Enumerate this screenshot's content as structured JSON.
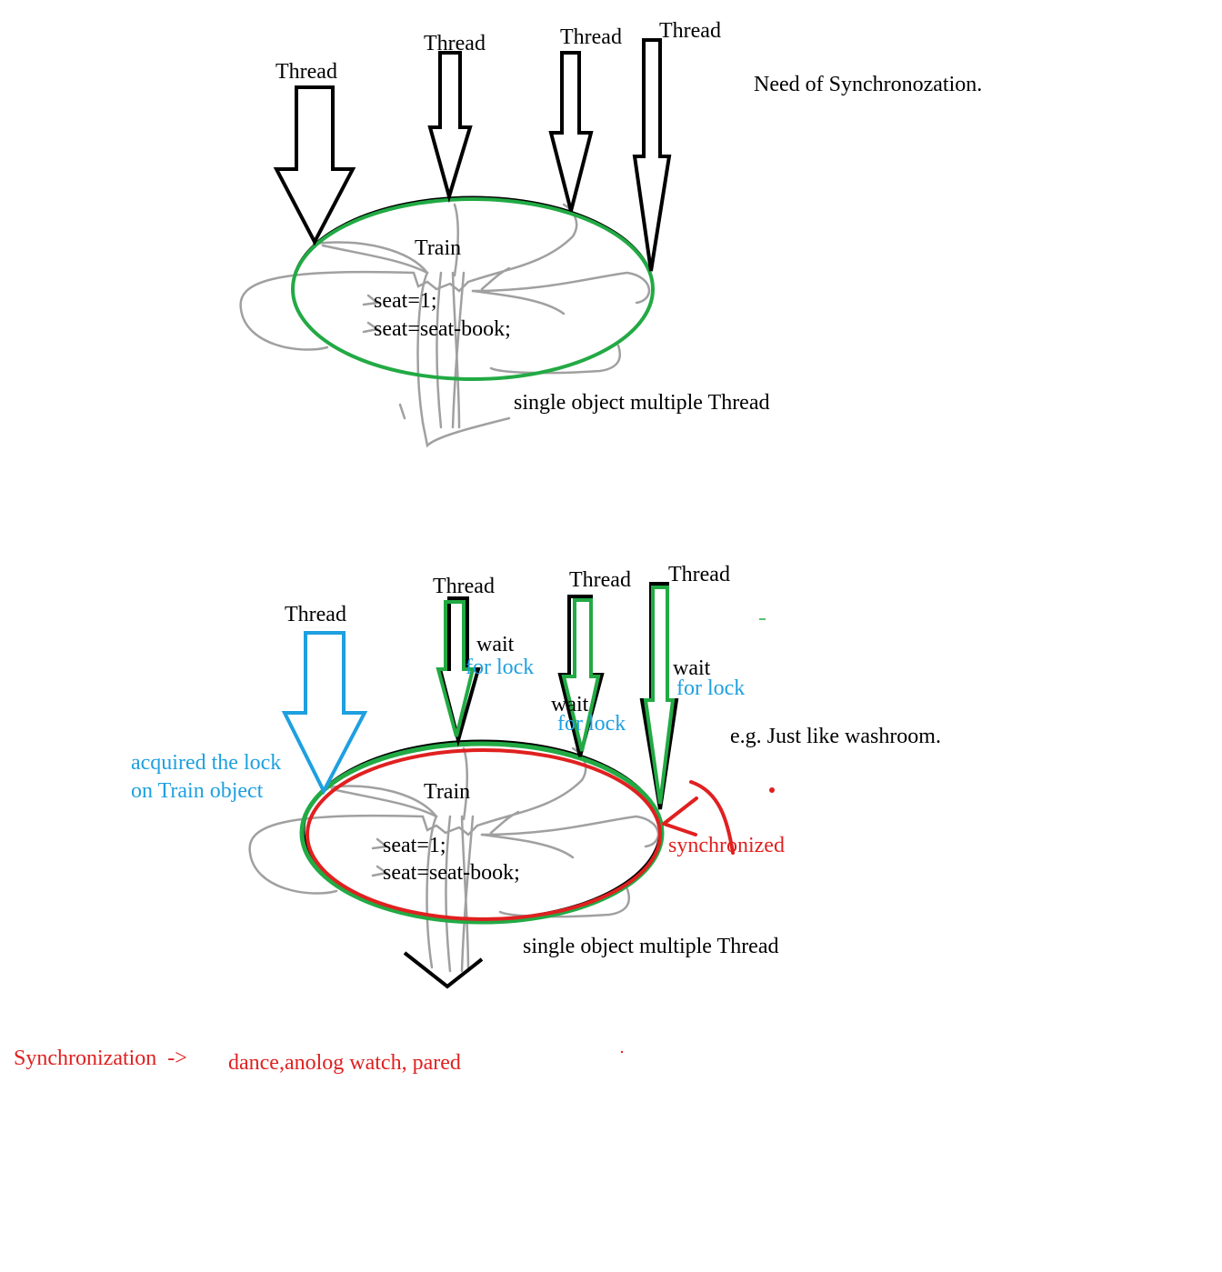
{
  "colors": {
    "black": "#000000",
    "green": "#22aa44",
    "blue": "#1ea0e0",
    "red": "#e02020",
    "scribble": "#a0a0a0"
  },
  "top": {
    "title": "Need of Synchronozation.",
    "threads": [
      "Thread",
      "Thread",
      "Thread",
      "Thread"
    ],
    "object": "Train",
    "code": [
      "seat=1;",
      "seat=seat-book;"
    ],
    "caption": "single object multiple Thread"
  },
  "bottom": {
    "threads": [
      "Thread",
      "Thread",
      "Thread",
      "Thread"
    ],
    "acquired": [
      "acquired the lock",
      "on Train object"
    ],
    "wait_word": "wait",
    "for_lock": "for lock",
    "example": "e.g. Just like washroom.",
    "object": "Train",
    "code": [
      "seat=1;",
      "seat=seat-book;"
    ],
    "synchronized": "synchronized",
    "caption": "single object multiple Thread"
  },
  "footer": {
    "term": "Synchronization  ->",
    "examples": "dance,anolog watch, pared"
  }
}
